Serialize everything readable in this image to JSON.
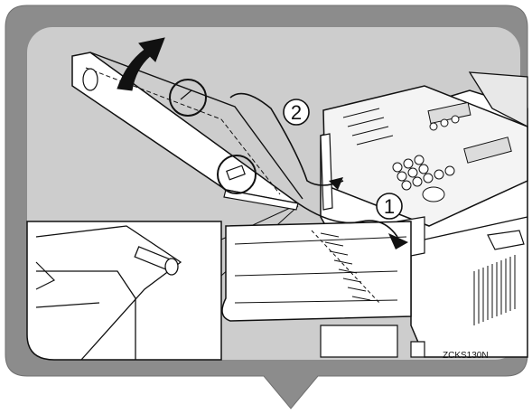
{
  "figure": {
    "step_labels": [
      "1",
      "2"
    ],
    "figure_code": "ZCKS130N",
    "colors": {
      "bubble_frame": "#8c8c8c",
      "background_panel": "#c9c9c9",
      "line_art": "#111111",
      "paper_white": "#ffffff"
    },
    "icons": [
      "rotate-arrow-icon",
      "insertion-arrow-icon",
      "highlight-circle-icon",
      "pointer-arrow-icon"
    ]
  }
}
